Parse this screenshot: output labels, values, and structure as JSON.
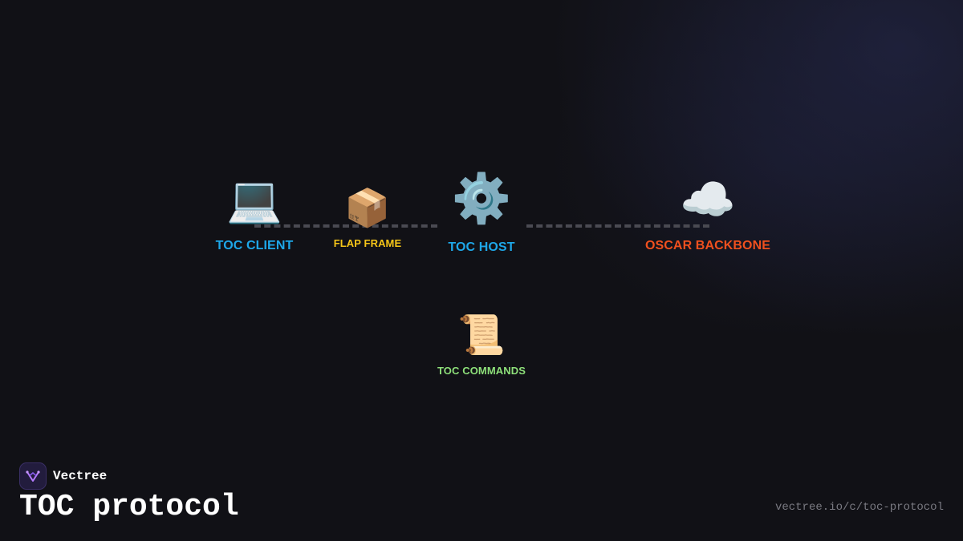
{
  "diagram": {
    "nodes": [
      {
        "id": "toc-client",
        "icon": "laptop-icon",
        "glyph": "💻",
        "label": "TOC CLIENT",
        "color": "#1ea7e8"
      },
      {
        "id": "flap-frame",
        "icon": "package-icon",
        "glyph": "📦",
        "label": "FLAP FRAME",
        "color": "#f5c518"
      },
      {
        "id": "toc-host",
        "icon": "gear-icon",
        "glyph": "⚙️",
        "label": "TOC HOST",
        "color": "#1ea7e8"
      },
      {
        "id": "oscar-backbone",
        "icon": "cloud-icon",
        "glyph": "☁️",
        "label": "OSCAR BACKBONE",
        "color": "#f0501e"
      },
      {
        "id": "toc-commands",
        "icon": "scroll-icon",
        "glyph": "📜",
        "label": "TOC COMMANDS",
        "color": "#8ee07a"
      }
    ],
    "edges": [
      {
        "from": "toc-client",
        "to": "toc-host",
        "style": "dashed"
      },
      {
        "from": "toc-host",
        "to": "oscar-backbone",
        "style": "dashed"
      }
    ]
  },
  "footer": {
    "brand_name": "Vectree",
    "title": "TOC protocol",
    "url": "vectree.io/c/toc-protocol"
  }
}
